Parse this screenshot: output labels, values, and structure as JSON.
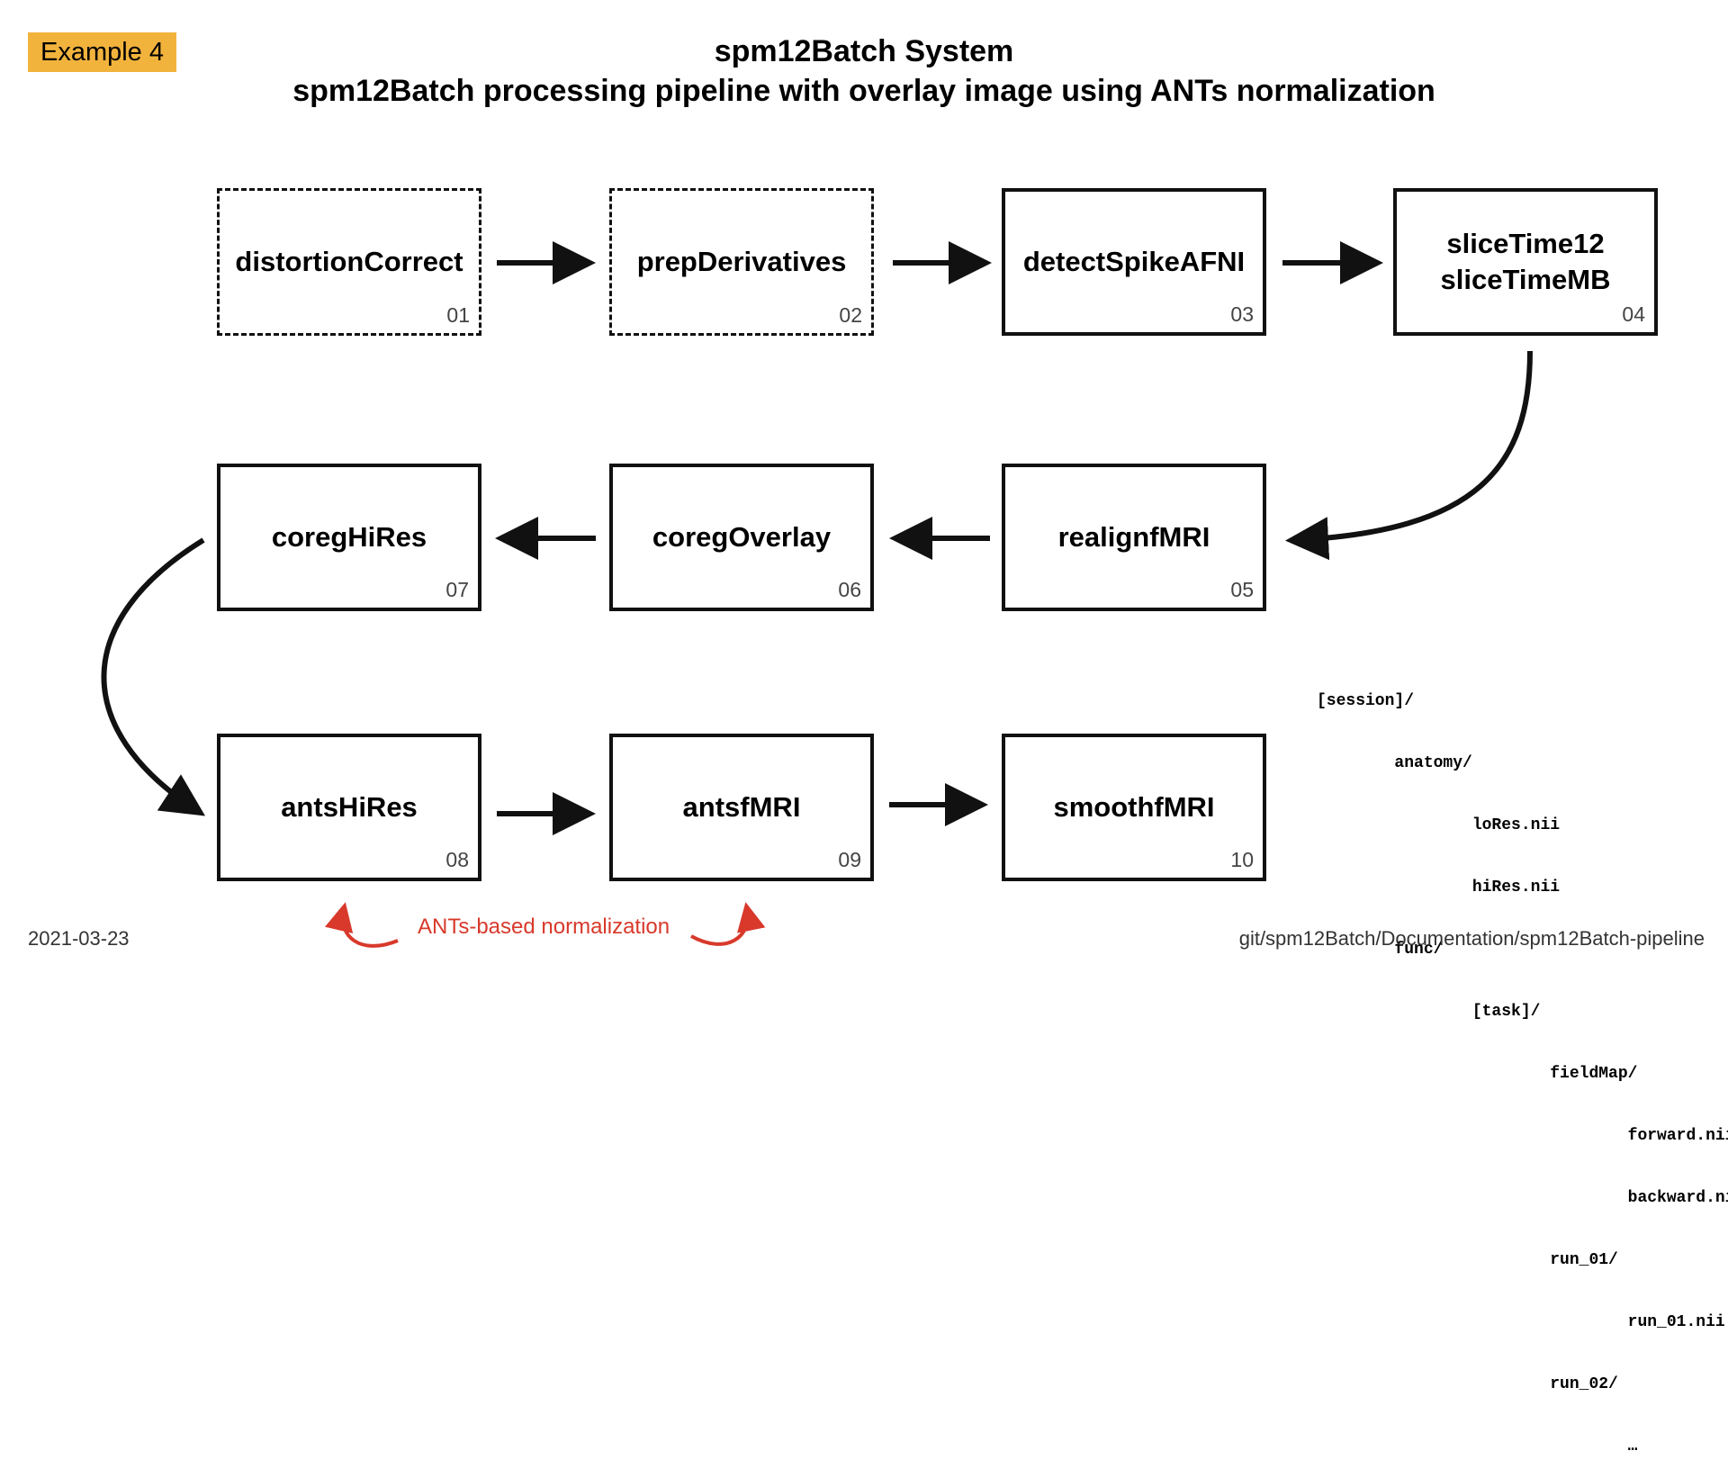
{
  "badge": "Example 4",
  "title": "spm12Batch System",
  "subtitle": "spm12Batch processing pipeline with overlay image using ANTs normalization",
  "steps": [
    {
      "name": "distortionCorrect",
      "num": "01"
    },
    {
      "name": "prepDerivatives",
      "num": "02"
    },
    {
      "name": "detectSpikeAFNI",
      "num": "03"
    },
    {
      "name": "sliceTime12\nsliceTimeMB",
      "num": "04"
    },
    {
      "name": "realignfMRI",
      "num": "05"
    },
    {
      "name": "coregOverlay",
      "num": "06"
    },
    {
      "name": "coregHiRes",
      "num": "07"
    },
    {
      "name": "antsHiRes",
      "num": "08"
    },
    {
      "name": "antsfMRI",
      "num": "09"
    },
    {
      "name": "smoothfMRI",
      "num": "10"
    }
  ],
  "tree": [
    "[session]/",
    "        anatomy/",
    "                loRes.nii",
    "                hiRes.nii",
    "        func/",
    "                [task]/",
    "                        fieldMap/",
    "                                forward.nii",
    "                                backward.nii",
    "                        run_01/",
    "                                run_01.nii",
    "                        run_02/",
    "                                …"
  ],
  "annotation": "ANTs-based normalization",
  "date": "2021-03-23",
  "path": "git/spm12Batch/Documentation/spm12Batch-pipeline",
  "colors": {
    "badge": "#f2b33d",
    "annotation": "#d8392b"
  }
}
